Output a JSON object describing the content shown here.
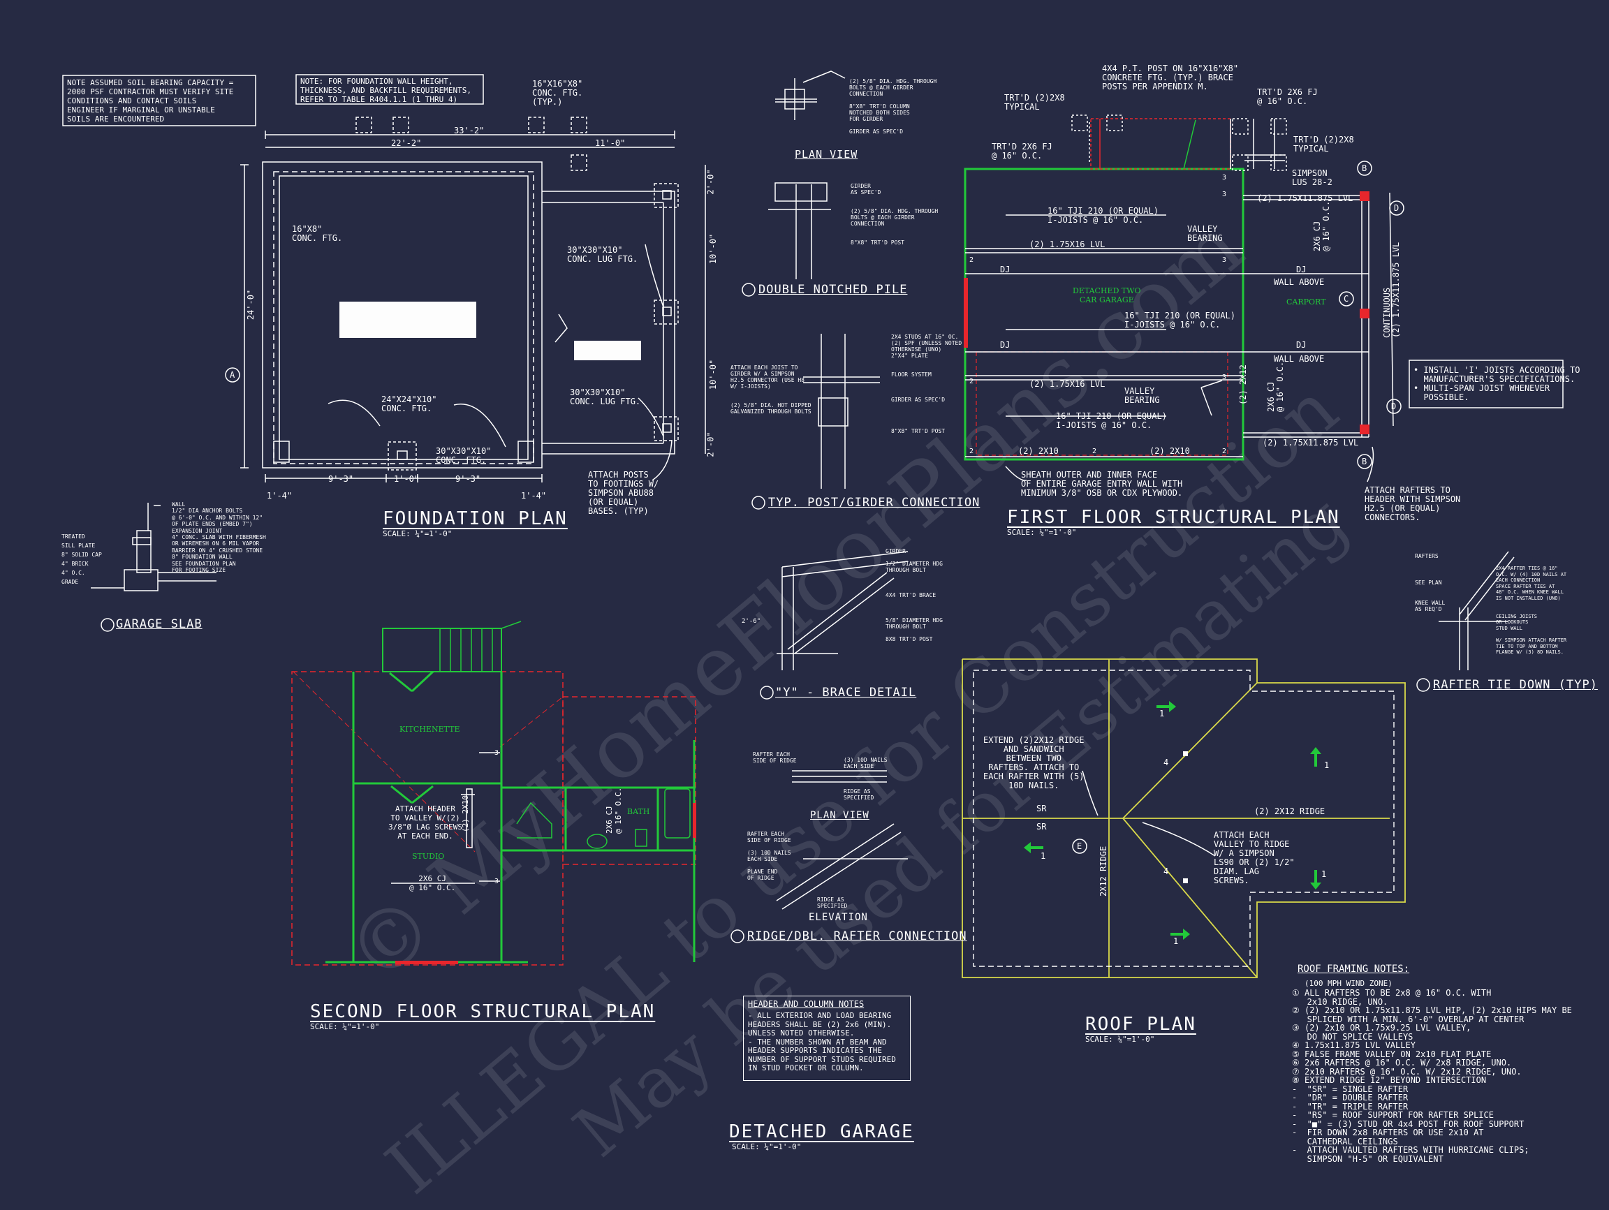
{
  "titles": {
    "foundation": "FOUNDATION PLAN",
    "first_floor": "FIRST FLOOR STRUCTURAL PLAN",
    "second_floor": "SECOND FLOOR STRUCTURAL PLAN",
    "roof": "ROOF PLAN",
    "detached": "DETACHED GARAGE",
    "scale": "SCALE: ¼\"=1'-0\""
  },
  "notes": {
    "soil": "NOTE ASSUMED SOIL BEARING CAPACITY =\n2000 PSF CONTRACTOR MUST VERIFY SITE\nCONDITIONS AND CONTACT SOILS\nENGINEER IF MARGINAL OR UNSTABLE\nSOILS ARE ENCOUNTERED",
    "foundation_wall": "NOTE: FOR FOUNDATION WALL HEIGHT,\nTHICKNESS, AND BACKFILL REQUIREMENTS,\nREFER TO TABLE R404.1.1 (1 THRU 4)",
    "tji": "• INSTALL 'I' JOISTS ACCORDING TO\n  MANUFACTURER'S SPECIFICATIONS.\n• MULTI-SPAN JOIST WHENEVER\n  POSSIBLE.",
    "header_title": "HEADER AND COLUMN NOTES",
    "header_body": "- ALL EXTERIOR AND LOAD BEARING\nHEADERS SHALL BE (2) 2x6 (MIN).\nUNLESS NOTED OTHERWISE.\n- THE NUMBER SHOWN AT BEAM AND\nHEADER SUPPORTS INDICATES THE\nNUMBER OF SUPPORT STUDS REQUIRED\nIN STUD POCKET OR COLUMN."
  },
  "foundation": {
    "dim_total": "33'-2\"",
    "dim_main": "22'-2\"",
    "dim_side": "11'-0\"",
    "dim_depth": "24'-0\"",
    "dim_a": "9'-3\"",
    "dim_b": "1'-0\"",
    "dim_c": "9'-3\"",
    "dim_d": "1'-4\"",
    "dim_e": "1'-4\"",
    "dim_r1": "2'-0\"",
    "dim_r2": "10'-0\"",
    "dim_r3": "10'-0\"",
    "dim_r4": "2'-0\"",
    "conc_ftg": "16\"x8\"\nCONC. FTG.",
    "ftg_top": "16\"x16\"x8\"\nCONC. FTG.\n(TYP.)",
    "lug1": "30\"x30\"x10\"\nCONC. LUG FTG.",
    "lug2": "30\"x30\"x10\"\nCONC. LUG FTG.",
    "ftg_center": "24\"x24\"x10\"\nCONC. FTG.",
    "ftg_bottom": "30\"x30\"x10\"\nCONC. FTG.",
    "attach_posts": "ATTACH POSTS\nTO FOOTINGS W/\nSIMPSON ABU88\n(OR EQUAL)\nBASES. (TYP)",
    "grid_a": "A"
  },
  "details": {
    "garage_slab_title": "GARAGE SLAB",
    "garage_slab_labels": "WALL\n1/2\" DIA ANCHOR BOLTS\n@ 6'-0\" O.C. AND WITHIN 12\"\nOF PLATE ENDS (EMBED 7\")\nEXPANSION JOINT\n4\" CONC. SLAB WITH FIBERMESH\nOR WIREMESH ON 6 MIL VAPOR\nBARRIER ON 4\" CRUSHED STONE\n8\" FOUNDATION WALL\nSEE FOUNDATION PLAN\nFOR FOOTING SIZE",
    "garage_slab_left": "TREATED\nSILL PLATE\n8\" SOLID CAP\n4\" BRICK\n4\" O.C.\nGRADE",
    "plan_view": "PLAN VIEW",
    "plan_view_labels": "(2) 5/8\" DIA. HDG. THROUGH\nBOLTS @ EACH GIRDER\nCONNECTION\n\n8\"x8\" TRT'D COLUMN\nNOTCHED BOTH SIDES\nFOR GIRDER\n\nGIRDER AS SPEC'D",
    "double_pile_title": "DOUBLE NOTCHED PILE",
    "double_pile_labels": "GIRDER\nAS SPEC'D\n\n\n(2) 5/8\" DIA. HDG. THROUGH\nBOLTS @ EACH GIRDER\nCONNECTION\n\n\n8\"x8\" TRT'D POST",
    "post_girder_title": "TYP. POST/GIRDER CONNECTION",
    "post_girder_right": "2x4 STUDS AT 16\" OC.\n(2) SPF (UNLESS NOTED\nOTHERWISE (UNO)\n2\"x4\" PLATE\n\n\nFLOOR SYSTEM\n\n\n\nGIRDER AS SPEC'D\n\n\n\n\n8\"x8\" TRT'D POST",
    "post_girder_left": "ATTACH EACH JOIST TO\nGIRDER W/ A SIMPSON\nH2.5 CONNECTOR (USE H8\nW/ I-JOISTS)\n\n\n(2) 5/8\" DIA. HOT DIPPED\nGALVANIZED THROUGH BOLTS",
    "brace_title": "\"Y\" - BRACE DETAIL",
    "brace_labels": "GIRDER\n\n1/2\" DIAMETER HDG\nTHROUGH BOLT\n\n\n\n4x4 TRT'D BRACE\n\n\n\n5/8\" DIAMETER HDG\nTHROUGH BOLT\n\n8x8 TRT'D POST",
    "brace_dim": "2'-6\"",
    "ridge_title": "RIDGE/DBL. RAFTER CONNECTION",
    "ridge_plan_view": "PLAN VIEW",
    "ridge_elevation": "ELEVATION",
    "ridge_labels_l": "RAFTER EACH\nSIDE OF RIDGE",
    "ridge_labels_r": "(3) 10d NAILS\nEACH SIDE\n\n\n\nRIDGE AS\nSPECIFIED",
    "ridge_elev_l": "RAFTER EACH\nSIDE OF RIDGE\n\n(3) 10d NAILS\nEACH SIDE\n\nPLANE END\nOF RIDGE",
    "ridge_elev_r": "RIDGE AS\nSPECIFIED",
    "tie_title": "RAFTER TIE DOWN (TYP)",
    "tie_labels": "RAFTERS\n\n\n\nSEE PLAN\n\n\nKNEE WALL\nAS REQ'D",
    "tie_right": "2x4 RAFTER TIES @ 16\"\nO.C. W/ (4) 10d NAILS AT\nEACH CONNECTION\nSPACE RAFTER TIES AT\n48\" O.C. WHEN KNEE WALL\nIS NOT INSTALLED (UNO)\n\n\nCEILING JOISTS\nOR LOOKOUTS\nSTUD WALL\n\nW/ SIMPSON ATTACH RAFTER\nTIE TO TOP AND BOTTOM\nFLANGE W/ (3) 8d NAILS."
  },
  "first_floor": {
    "post_note": "4x4 P.T. POST ON 16\"x16\"x8\"\nCONCRETE FTG. (TYP.) BRACE\nPOSTS PER APPENDIX M.",
    "trt_typ_l": "TRT'D (2)2x8\nTYPICAL",
    "trt_fj_l": "TRT'D 2x6 FJ\n@ 16\" O.C.",
    "trt_fj_r": "TRT'D 2x6 FJ\n@ 16\" O.C.",
    "trt_typ_r": "TRT'D (2)2x8\nTYPICAL",
    "simpson": "SIMPSON\nLUS 28-2",
    "lvl_top": "(2) 1.75x11.875 LVL",
    "lvl_bot": "(2) 1.75x11.875 LVL",
    "tji1": "16\" TJI 210 (OR EQUAL)\nI-JOISTS @ 16\" O.C.",
    "tji2": "16\" TJI 210 (OR EQUAL)\nI-JOISTS @ 16\" O.C.",
    "tji3": "16\" TJI 210 (OR EQUAL)\nI-JOISTS @ 16\" O.C.",
    "valley1": "VALLEY\nBEARING",
    "valley2": "VALLEY\nBEARING",
    "lvl16_1": "(2) 1.75x16 LVL",
    "lvl16_2": "(2) 1.75x16 LVL",
    "dj": "DJ",
    "wall_above": "WALL ABOVE",
    "garage": "DETACHED TWO\nCAR GARAGE",
    "carport": "CARPORT",
    "cj1": "2x6 CJ\n@ 16\" O.C.",
    "cj2": "2x6 CJ\n@ 16\" O.C.",
    "h2x12": "(2) 2x12",
    "h2x10a": "(2) 2x10",
    "h2x10b": "(2) 2x10",
    "continuous": "CONTINUOUS\n(2) 1.75x11.875 LVL",
    "sheath": "SHEATH OUTER AND INNER FACE\nOF ENTIRE GARAGE ENTRY WALL WITH\nMINIMUM 3/8\" OSB OR CDX PLYWOOD.",
    "attach_rafters": "ATTACH RAFTERS TO\nHEADER WITH SIMPSON\nH2.5 (OR EQUAL)\nCONNECTORS.",
    "grid_b": "B",
    "grid_c": "C",
    "grid_d": "D",
    "n2": "2",
    "n3": "3"
  },
  "second_floor": {
    "kitchenette": "KITCHENETTE",
    "studio": "STUDIO",
    "bath": "BATH",
    "attach_header": "ATTACH HEADER\nTO VALLEY W/(2)\n3/8\"Ø LAG SCREWS\nAT EACH END.",
    "cj": "2x6 CJ\n@ 16\" O.C.",
    "cj_v": "2x6 CJ\n@ 16\" O.C.",
    "h2x10": "(2) 2x10",
    "n3": "3"
  },
  "roof": {
    "extend_note": "EXTEND (2)2x12 RIDGE\nAND SANDWICH\nBETWEEN TWO\nRAFTERS. ATTACH TO\nEACH RAFTER WITH (5)\n10d NAILS.",
    "attach_valley": "ATTACH EACH\nVALLEY TO RIDGE\nW/ A SIMPSON\nLS90 OR (2) 1/2\"\nDIAM. LAG\nSCREWS.",
    "ridge_h": "(2) 2x12 RIDGE",
    "ridge_v": "2x12 RIDGE",
    "sr": "SR",
    "grid_e": "E",
    "n1": "1",
    "n4": "4"
  },
  "roof_notes": {
    "title": "ROOF FRAMING NOTES:",
    "zone": "(100 MPH WIND ZONE)",
    "items": "① ALL RAFTERS TO BE 2x8 @ 16\" O.C. WITH\n   2x10 RIDGE, UNO.\n② (2) 2x10 OR 1.75x11.875 LVL HIP, (2) 2x10 HIPS MAY BE\n   SPLICED WITH A MIN. 6'-0\" OVERLAP AT CENTER\n③ (2) 2x10 OR 1.75x9.25 LVL VALLEY,\n   DO NOT SPLICE VALLEYS\n④ 1.75x11.875 LVL VALLEY\n⑤ FALSE FRAME VALLEY ON 2x10 FLAT PLATE\n⑥ 2x6 RAFTERS @ 16\" O.C. W/ 2x8 RIDGE, UNO.\n⑦ 2x10 RAFTERS @ 16\" O.C. W/ 2x12 RIDGE, UNO.\n⑧ EXTEND RIDGE 12\" BEYOND INTERSECTION\n-  \"SR\" = SINGLE RAFTER\n-  \"DR\" = DOUBLE RAFTER\n-  \"TR\" = TRIPLE RAFTER\n-  \"RS\" = ROOF SUPPORT FOR RAFTER SPLICE\n-  \"■\" = (3) STUD OR 4x4 POST FOR ROOF SUPPORT\n-  FIR DOWN 2x8 RAFTERS OR USE 2x10 AT\n   CATHEDRAL CEILINGS\n-  ATTACH VAULTED RAFTERS WITH HURRICANE CLIPS;\n   SIMPSON \"H-5\" OR EQUIVALENT"
  },
  "watermark": {
    "line1": "© MyHomeFloorPlans.com",
    "line2": "ILLEGAL to use for Construction",
    "line3": "May be used for Estimating"
  },
  "colors": {
    "background": "#262a43",
    "line": "#ffffff",
    "wall": "#22c93a",
    "hidden": "#e8262c",
    "roof": "#d9d94a"
  }
}
